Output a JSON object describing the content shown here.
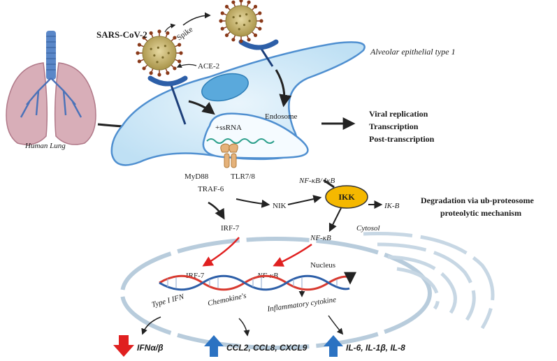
{
  "labels": {
    "virus": "SARS-CoV-2",
    "spike": "Spike",
    "ace2": "ACE-2",
    "cell_type": "Alveolar epithelial type 1",
    "lung": "Human Lung",
    "endosome": "Endosome",
    "ssrna": "+ssRNA",
    "myd88": "MyD88",
    "tlr": "TLR7/8",
    "traf6": "TRAF-6",
    "nik": "NIK",
    "ikk": "IKK",
    "nfkb_ikb": "NF-κB/ IκB",
    "ik_b": "IK-B",
    "nfkb_cyto": "NF-κB",
    "cytosol": "Cytosol",
    "irf7_cyto": "IRF-7",
    "nucleus": "Nucleus",
    "irf7_nuc": "IRF-7",
    "nfkb_nuc": "NF-κB",
    "type1_ifn": "Type I IFN",
    "chemokines": "Chemokine's",
    "inflammatory": "Inflammatory cytokine"
  },
  "outcomes": {
    "viral_replication": "Viral replication",
    "transcription": "Transcription",
    "post_transcription": "Post-transcription",
    "degradation_line1": "Degradation via ub-proteosome",
    "degradation_line2": "proteolytic mechanism"
  },
  "outputs": {
    "ifn": "IFNα/β",
    "chemokines": "CCL2, CCL8, CXCL9",
    "cytokines": "IL-6, IL-1β, IL-8"
  },
  "colors": {
    "membrane": "#4f8fd0",
    "cell_fill": "#d9ecf8",
    "nucleus_outline": "#b8ccdc",
    "ikk_fill": "#f5b800",
    "red_arrow": "#e02020",
    "blue_arrow": "#2b72c2",
    "dna_red": "#d8392f",
    "dna_blue": "#2d5fa8",
    "virus_core": "#bca85a",
    "virus_spike": "#8a3a1a",
    "lung_fill": "#d8aeb8"
  }
}
